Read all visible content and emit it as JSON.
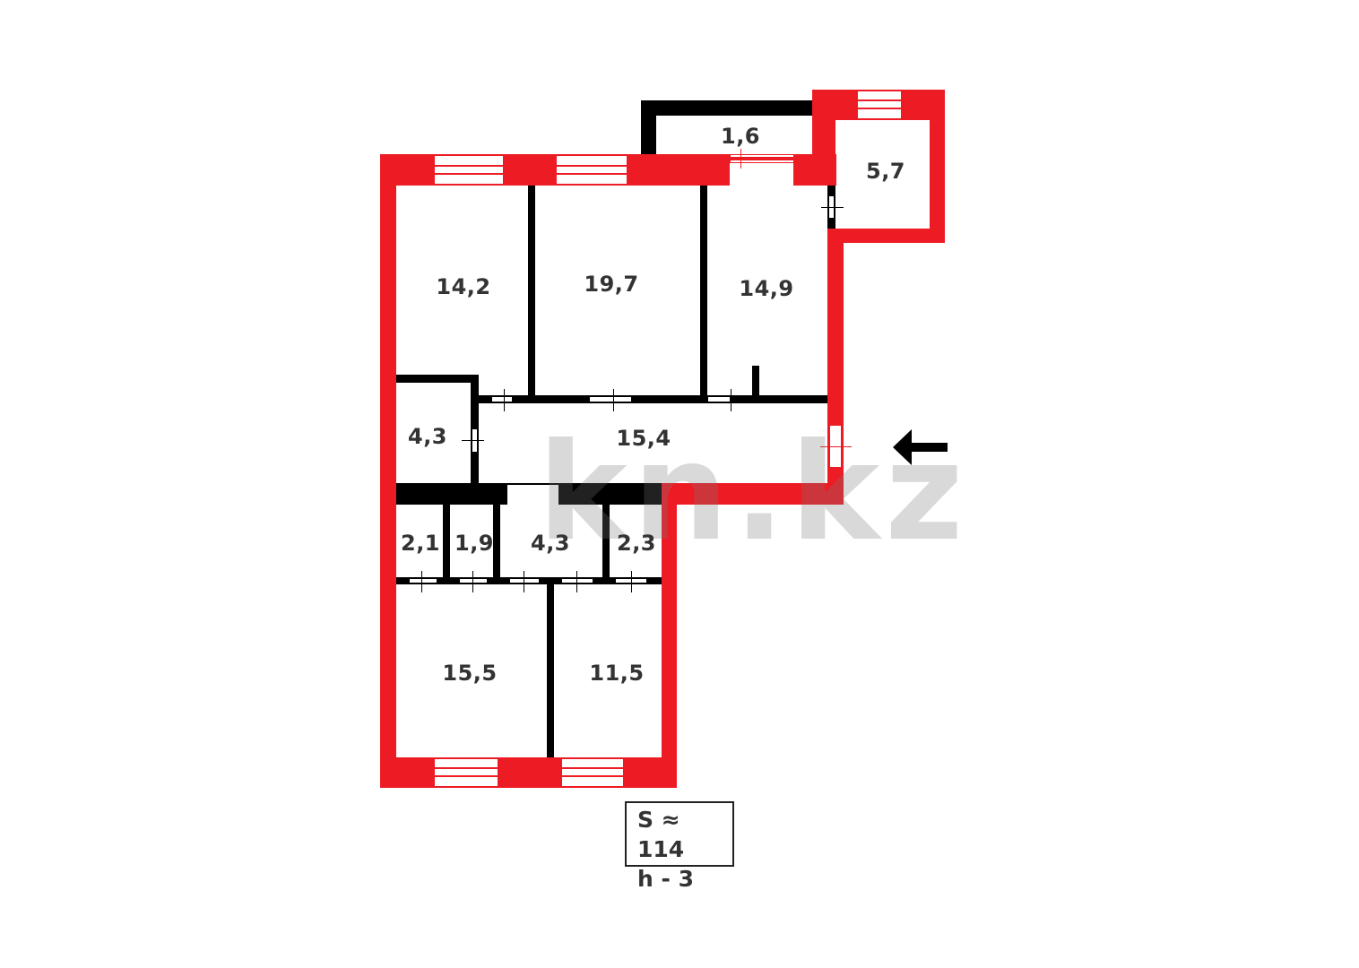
{
  "plan": {
    "watermark": "kn.kz",
    "rooms": [
      {
        "id": "room-top-left",
        "area": "14,2"
      },
      {
        "id": "room-top-middle",
        "area": "19,7"
      },
      {
        "id": "room-top-right",
        "area": "14,9"
      },
      {
        "id": "balcony",
        "area": "1,6"
      },
      {
        "id": "loggia-room",
        "area": "5,7"
      },
      {
        "id": "storage-left",
        "area": "4,3"
      },
      {
        "id": "corridor",
        "area": "15,4"
      },
      {
        "id": "small-room-1",
        "area": "2,1"
      },
      {
        "id": "small-room-2",
        "area": "1,9"
      },
      {
        "id": "small-room-3",
        "area": "4,3"
      },
      {
        "id": "small-room-4",
        "area": "2,3"
      },
      {
        "id": "room-bottom-left",
        "area": "15,5"
      },
      {
        "id": "room-bottom-right",
        "area": "11,5"
      }
    ],
    "entrance_arrow": "arrow-left",
    "colors": {
      "exterior_wall": "#ed1c24",
      "interior_wall": "#000000",
      "text": "#333333"
    }
  },
  "legend": {
    "total_area": "S ≈ 114",
    "height": "h - 3"
  }
}
